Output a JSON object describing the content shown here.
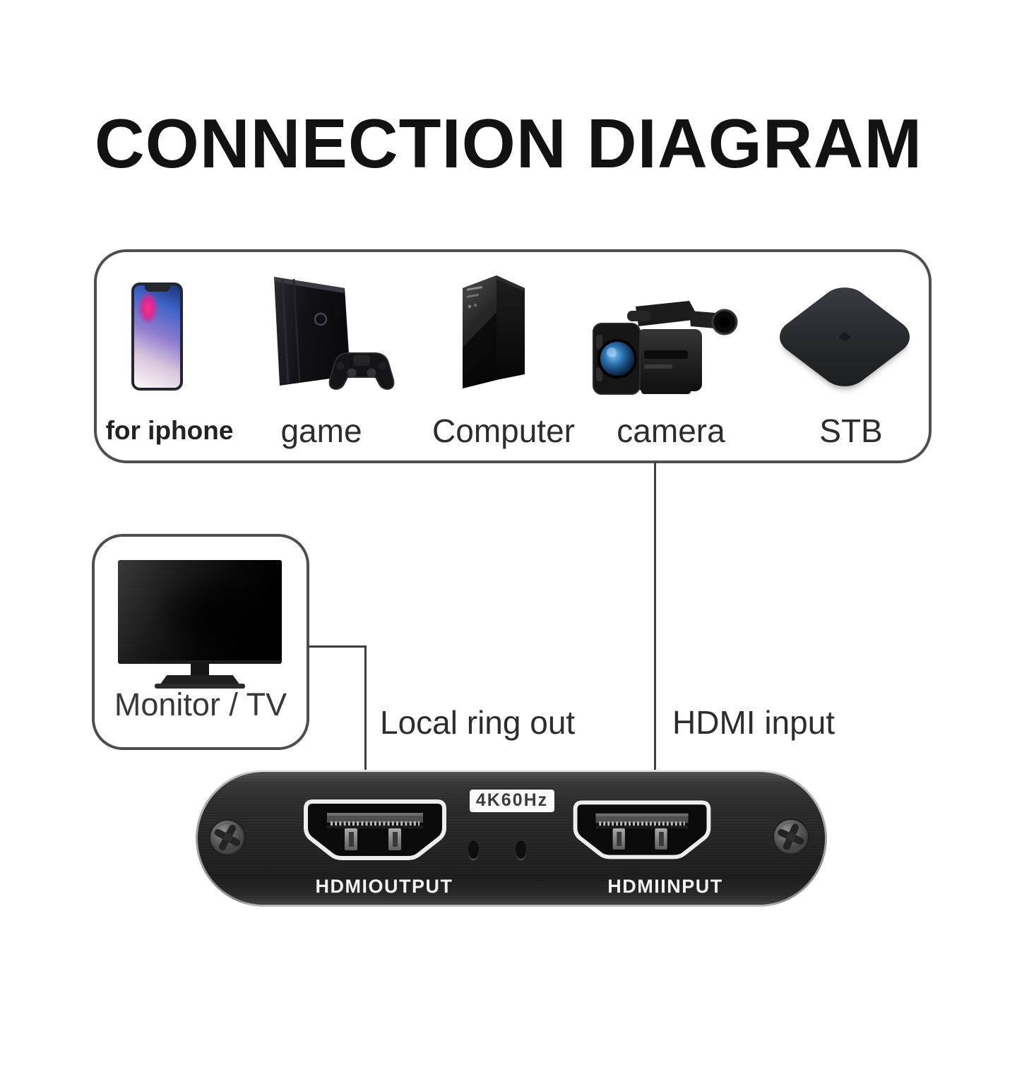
{
  "title": "CONNECTION DIAGRAM",
  "sources_panel": {
    "devices": [
      {
        "id": "iphone",
        "label": "for iphone"
      },
      {
        "id": "game-console",
        "label": "game"
      },
      {
        "id": "computer",
        "label": "Computer"
      },
      {
        "id": "camera",
        "label": "camera"
      },
      {
        "id": "stb",
        "label": "STB"
      }
    ]
  },
  "monitor_panel": {
    "label": "Monitor / TV"
  },
  "connections": [
    {
      "label": "Local ring out",
      "from": "monitor-tv",
      "to": "hdmi-output-port"
    },
    {
      "label": "HDMI input",
      "from": "sources-panel",
      "to": "hdmi-input-port"
    }
  ],
  "capture_device": {
    "badge": "4K60Hz",
    "ports": [
      {
        "label": "HDMIOUTPUT"
      },
      {
        "label": "HDMIINPUT"
      }
    ]
  },
  "colors": {
    "background": "#ffffff",
    "title_text": "#121212",
    "panel_border": "#4e4e4e",
    "label_text": "#2d2d2d",
    "connection_line": "#3e3e3e",
    "device_body_dark": "#232323",
    "device_rim": "#b9b9b9",
    "badge_bg": "#fafafa",
    "port_outline": "#ededed",
    "port_label_text": "#f2f2f2",
    "iphone_screen_pink": "#ff2d92",
    "iphone_screen_blue": "#3f63c8"
  }
}
